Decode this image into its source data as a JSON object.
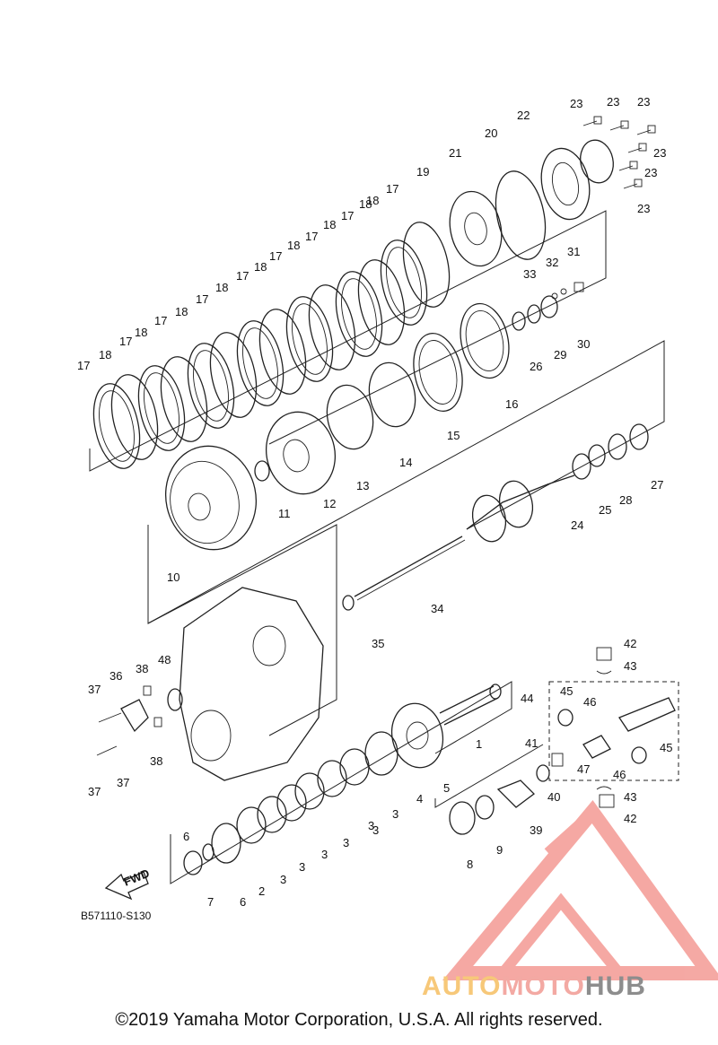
{
  "diagram_code": "B571110-S130",
  "copyright": "©2019 Yamaha Motor Corporation, U.S.A. All rights reserved.",
  "fwd_label": "FWD",
  "watermark": {
    "part1": "AUTO",
    "part2": "MOTO",
    "part3": "HUB",
    "color_auto": "#f7c879",
    "color_moto": "#f3a9a3",
    "color_hub": "#8d8d8d",
    "logo_color": "#f28c85"
  },
  "callouts": [
    {
      "id": "c23a",
      "label": "23"
    },
    {
      "id": "c23b",
      "label": "23"
    },
    {
      "id": "c23c",
      "label": "23"
    },
    {
      "id": "c23d",
      "label": "23"
    },
    {
      "id": "c23e",
      "label": "23"
    },
    {
      "id": "c23f",
      "label": "23"
    },
    {
      "id": "c22",
      "label": "22"
    },
    {
      "id": "c20",
      "label": "20"
    },
    {
      "id": "c21",
      "label": "21"
    },
    {
      "id": "c19",
      "label": "19"
    },
    {
      "id": "c17a",
      "label": "17"
    },
    {
      "id": "c17b",
      "label": "17"
    },
    {
      "id": "c17c",
      "label": "17"
    },
    {
      "id": "c17d",
      "label": "17"
    },
    {
      "id": "c17e",
      "label": "17"
    },
    {
      "id": "c17f",
      "label": "17"
    },
    {
      "id": "c17g",
      "label": "17"
    },
    {
      "id": "c17h",
      "label": "17"
    },
    {
      "id": "c17i",
      "label": "17"
    },
    {
      "id": "c18a",
      "label": "18"
    },
    {
      "id": "c18b",
      "label": "18"
    },
    {
      "id": "c18c",
      "label": "18"
    },
    {
      "id": "c18d",
      "label": "18"
    },
    {
      "id": "c18e",
      "label": "18"
    },
    {
      "id": "c18f",
      "label": "18"
    },
    {
      "id": "c18g",
      "label": "18"
    },
    {
      "id": "c18h",
      "label": "18"
    },
    {
      "id": "c18i",
      "label": "18"
    },
    {
      "id": "c31",
      "label": "31"
    },
    {
      "id": "c32",
      "label": "32"
    },
    {
      "id": "c33",
      "label": "33"
    },
    {
      "id": "c26",
      "label": "26"
    },
    {
      "id": "c29",
      "label": "29"
    },
    {
      "id": "c30",
      "label": "30"
    },
    {
      "id": "c16",
      "label": "16"
    },
    {
      "id": "c15",
      "label": "15"
    },
    {
      "id": "c14",
      "label": "14"
    },
    {
      "id": "c13",
      "label": "13"
    },
    {
      "id": "c12",
      "label": "12"
    },
    {
      "id": "c11",
      "label": "11"
    },
    {
      "id": "c10",
      "label": "10"
    },
    {
      "id": "c24",
      "label": "24"
    },
    {
      "id": "c25",
      "label": "25"
    },
    {
      "id": "c28",
      "label": "28"
    },
    {
      "id": "c27",
      "label": "27"
    },
    {
      "id": "c34",
      "label": "34"
    },
    {
      "id": "c35",
      "label": "35"
    },
    {
      "id": "c36",
      "label": "36"
    },
    {
      "id": "c38a",
      "label": "38"
    },
    {
      "id": "c48",
      "label": "48"
    },
    {
      "id": "c37a",
      "label": "37"
    },
    {
      "id": "c38b",
      "label": "38"
    },
    {
      "id": "c37b",
      "label": "37"
    },
    {
      "id": "c37c",
      "label": "37"
    },
    {
      "id": "c1",
      "label": "1"
    },
    {
      "id": "c5",
      "label": "5"
    },
    {
      "id": "c4",
      "label": "4"
    },
    {
      "id": "c3a",
      "label": "3"
    },
    {
      "id": "c3b",
      "label": "3"
    },
    {
      "id": "c3c",
      "label": "3"
    },
    {
      "id": "c3d",
      "label": "3"
    },
    {
      "id": "c3e",
      "label": "3"
    },
    {
      "id": "c3f",
      "label": "3"
    },
    {
      "id": "c3g",
      "label": "3"
    },
    {
      "id": "c2",
      "label": "2"
    },
    {
      "id": "c6a",
      "label": "6"
    },
    {
      "id": "c6b",
      "label": "6"
    },
    {
      "id": "c7",
      "label": "7"
    },
    {
      "id": "c8",
      "label": "8"
    },
    {
      "id": "c9",
      "label": "9"
    },
    {
      "id": "c39",
      "label": "39"
    },
    {
      "id": "c40",
      "label": "40"
    },
    {
      "id": "c41",
      "label": "41"
    },
    {
      "id": "c42a",
      "label": "42"
    },
    {
      "id": "c43a",
      "label": "43"
    },
    {
      "id": "c44",
      "label": "44"
    },
    {
      "id": "c45a",
      "label": "45"
    },
    {
      "id": "c46a",
      "label": "46"
    },
    {
      "id": "c47",
      "label": "47"
    },
    {
      "id": "c46b",
      "label": "46"
    },
    {
      "id": "c45b",
      "label": "45"
    },
    {
      "id": "c43b",
      "label": "43"
    },
    {
      "id": "c42b",
      "label": "42"
    }
  ]
}
